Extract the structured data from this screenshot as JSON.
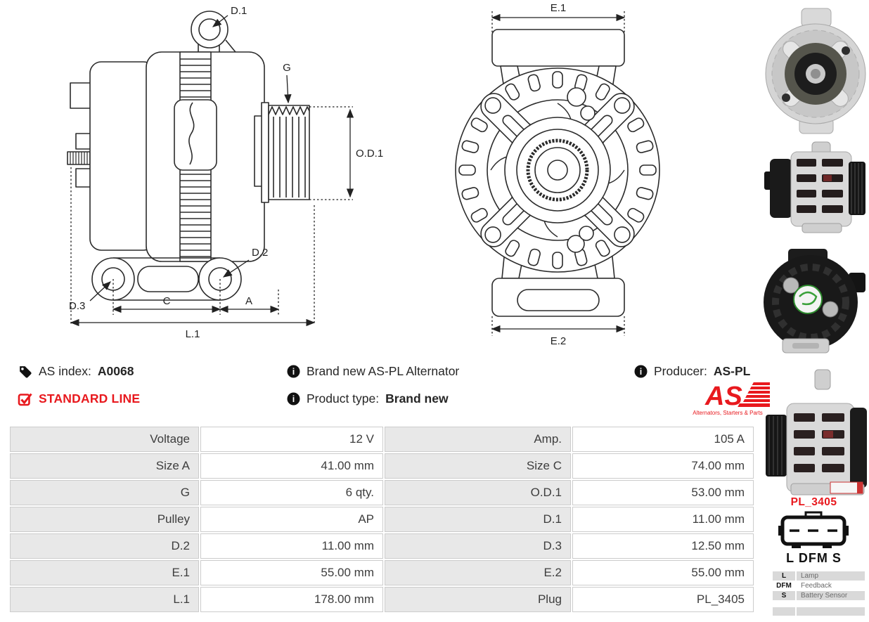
{
  "colors": {
    "accent_red": "#e8191e",
    "drawing_stroke": "#2b2b2b",
    "table_label_bg": "#e8e8e8",
    "table_border": "#cccccc",
    "legend_row_bg": "#d9d9d9"
  },
  "drawings": {
    "side_view": {
      "d1": "D.1",
      "g": "G",
      "od1": "O.D.1",
      "d2": "D.2",
      "d3": "D.3",
      "c": "C",
      "a": "A",
      "l1": "L.1"
    },
    "front_view": {
      "e1": "E.1",
      "e2": "E.2"
    }
  },
  "photos": {
    "front": "alternator-front-photo",
    "side_rear": "alternator-side-photo",
    "rear": "alternator-rear-photo",
    "side_pulley": "alternator-side-pulley-photo"
  },
  "info": {
    "as_index_label": "AS index:",
    "as_index_value": "A0068",
    "standard_line": "STANDARD LINE",
    "brand_new": "Brand new AS-PL Alternator",
    "product_type_label": "Product type:",
    "product_type_value": "Brand new",
    "producer_label": "Producer:",
    "producer_value": "AS-PL",
    "logo_text": "AS",
    "logo_tagline": "Alternators, Starters & Parts"
  },
  "plug": {
    "name": "PL_3405",
    "pins": "L DFM S",
    "legend": [
      {
        "abbr": "L",
        "desc": "Lamp"
      },
      {
        "abbr": "DFM",
        "desc": "Feedback"
      },
      {
        "abbr": "S",
        "desc": "Battery Sensor"
      }
    ]
  },
  "spec_table": {
    "rows": [
      {
        "label1": "Voltage",
        "value1": "12 V",
        "label2": "Amp.",
        "value2": "105 A"
      },
      {
        "label1": "Size A",
        "value1": "41.00 mm",
        "label2": "Size C",
        "value2": "74.00 mm"
      },
      {
        "label1": "G",
        "value1": "6 qty.",
        "label2": "O.D.1",
        "value2": "53.00 mm"
      },
      {
        "label1": "Pulley",
        "value1": "AP",
        "label2": "D.1",
        "value2": "11.00 mm"
      },
      {
        "label1": "D.2",
        "value1": "11.00 mm",
        "label2": "D.3",
        "value2": "12.50 mm"
      },
      {
        "label1": "E.1",
        "value1": "55.00 mm",
        "label2": "E.2",
        "value2": "55.00 mm"
      },
      {
        "label1": "L.1",
        "value1": "178.00 mm",
        "label2": "Plug",
        "value2": "PL_3405"
      }
    ]
  }
}
